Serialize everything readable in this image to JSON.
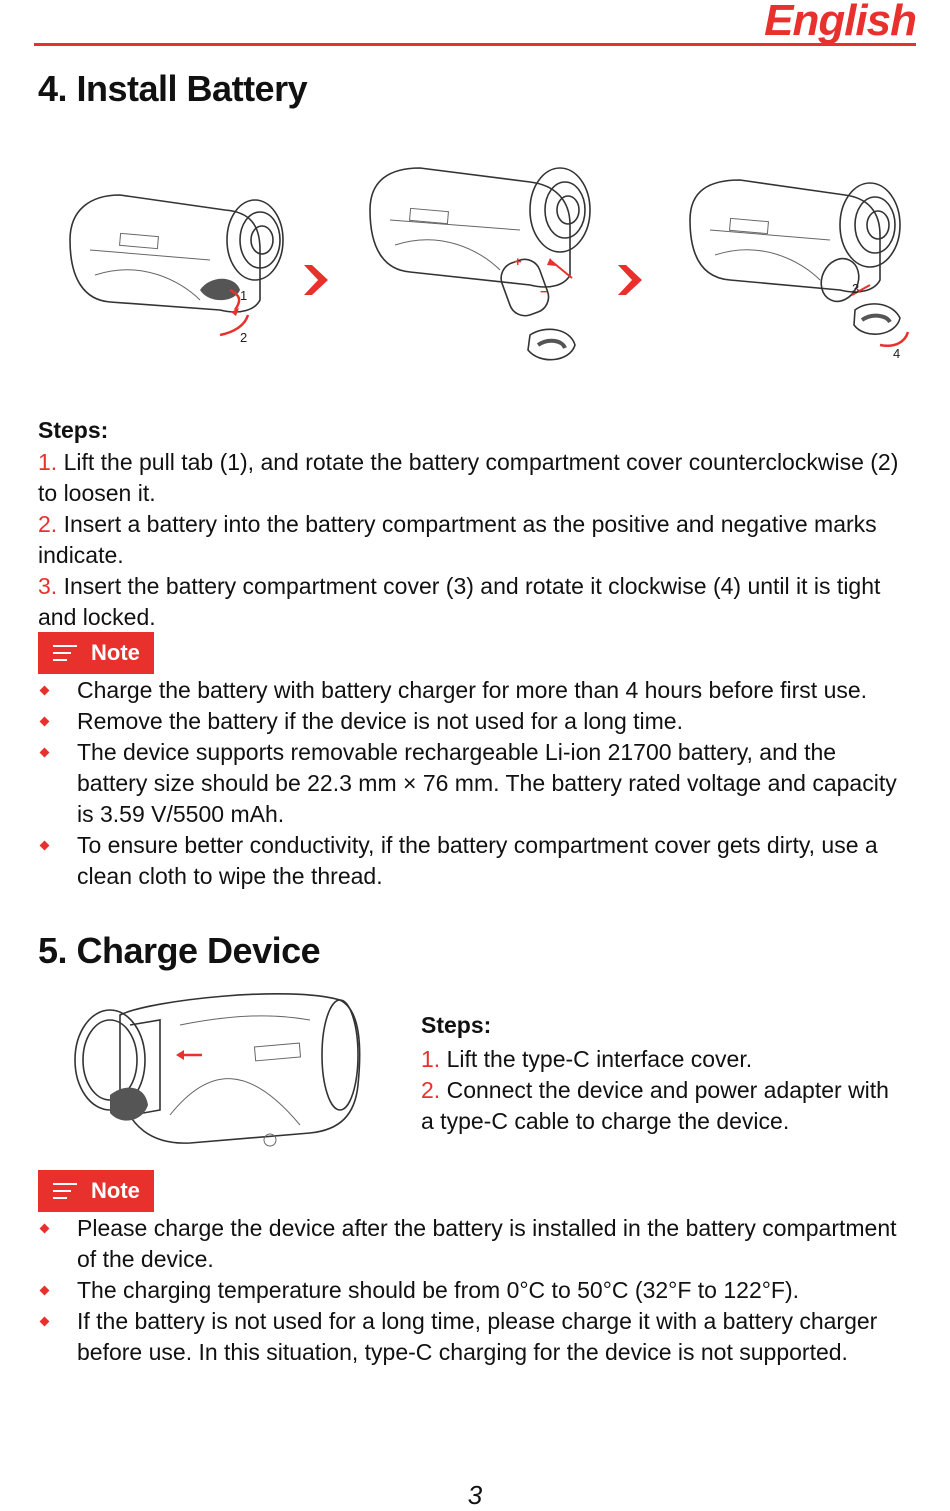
{
  "header": {
    "language": "English"
  },
  "section4": {
    "title": "4. Install Battery",
    "figure_labels": [
      "1",
      "2",
      "+",
      "−",
      "3",
      "4"
    ],
    "steps_title": "Steps:",
    "steps": [
      {
        "num": "1.",
        "text": "Lift the pull tab (1), and rotate the battery compartment cover counterclockwise (2) to loosen it."
      },
      {
        "num": "2.",
        "text": "Insert a battery into the battery compartment as the positive and negative marks indicate."
      },
      {
        "num": "3.",
        "text": "Insert the battery compartment cover (3) and rotate it clockwise (4) until it is tight and locked."
      }
    ],
    "note_label": "Note",
    "notes": [
      "Charge the battery with battery charger for more than 4 hours before first use.",
      "Remove the battery if the device is not used for a long time.",
      "The device supports removable rechargeable Li-ion 21700 battery, and the battery size should be 22.3 mm × 76 mm. The battery rated voltage and capacity is 3.59 V/5500 mAh.",
      "To ensure better conductivity, if the battery compartment cover gets dirty, use a clean cloth to wipe the thread."
    ]
  },
  "section5": {
    "title": "5. Charge Device",
    "steps_title": "Steps:",
    "steps": [
      {
        "num": "1.",
        "text": "Lift the type-C interface cover."
      },
      {
        "num": "2.",
        "text": "Connect the device and power adapter with a type-C cable to charge the device."
      }
    ],
    "note_label": "Note",
    "notes": [
      "Please charge the device after the battery is installed in the battery compartment of the device.",
      "The charging temperature should be from 0°C to 50°C (32°F to 122°F).",
      "If the battery is not used for a long time, please charge it with a battery charger before use. In this situation, type-C charging for the device is not supported."
    ]
  },
  "footer": {
    "page_number": "3"
  },
  "colors": {
    "accent": "#e8312c",
    "text": "#111111"
  },
  "icons": [
    "note-list-icon",
    "bullet-diamond-icon",
    "step-arrow-icon",
    "rotate-arrow-icon"
  ]
}
